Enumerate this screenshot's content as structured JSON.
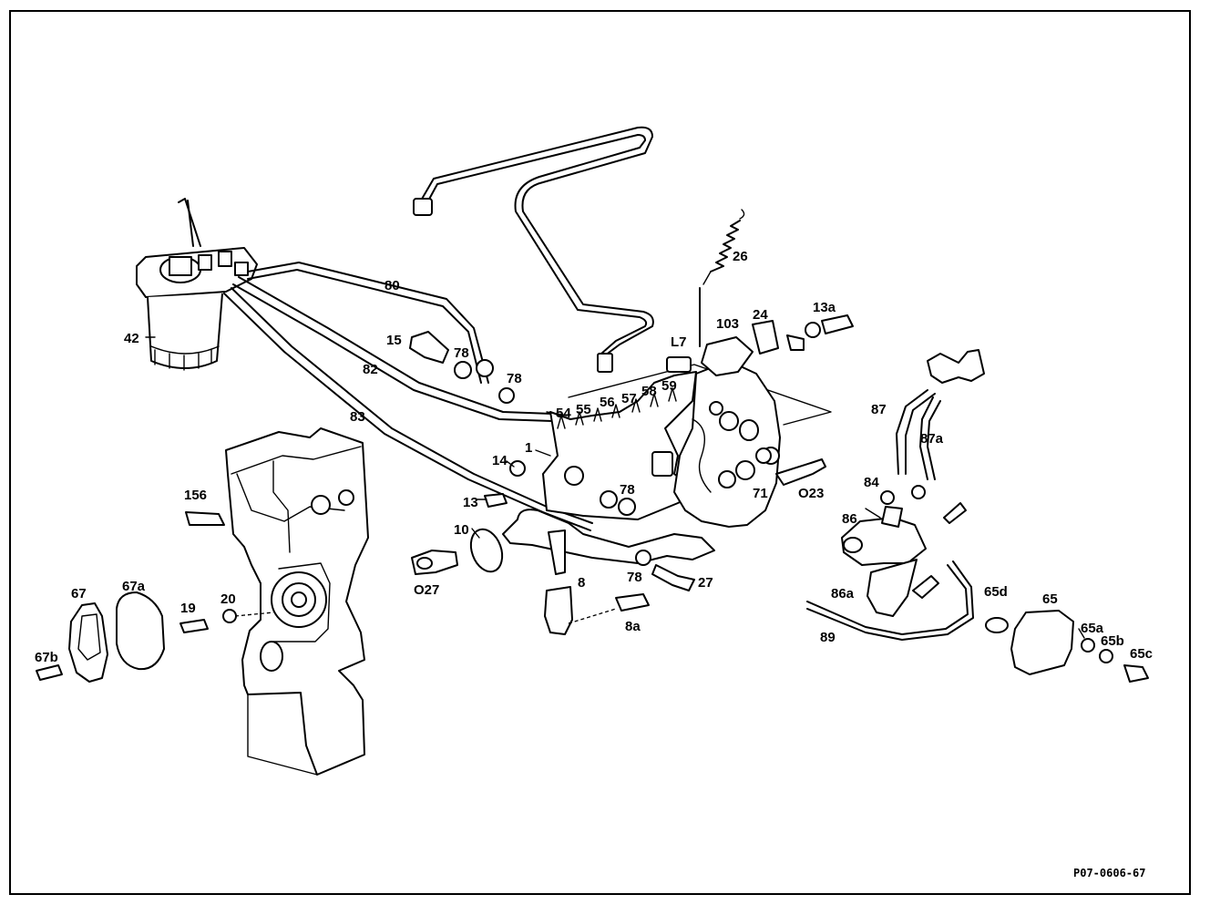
{
  "diagram": {
    "reference_code": "P07-0606-67",
    "callouts": {
      "c42": "42",
      "c80": "80",
      "c82": "82",
      "c83": "83",
      "c15": "15",
      "c78a": "78",
      "c78b": "78",
      "c26": "26",
      "c103": "103",
      "c24": "24",
      "c13a": "13a",
      "cL7": "L7",
      "c54": "54",
      "c55": "55",
      "c56": "56",
      "c57": "57",
      "c58": "58",
      "c59": "59",
      "c1": "1",
      "c14": "14",
      "c13": "13",
      "c10": "10",
      "c78c": "78",
      "c71": "71",
      "cO23": "O23",
      "c156": "156",
      "cO27": "O27",
      "c8": "8",
      "c8a": "8a",
      "c78d": "78",
      "c27": "27",
      "c87": "87",
      "c87a": "87a",
      "c84": "84",
      "c86": "86",
      "c86a": "86a",
      "c89": "89",
      "c65d": "65d",
      "c65": "65",
      "c65a": "65a",
      "c65b": "65b",
      "c65c": "65c",
      "c67": "67",
      "c67a": "67a",
      "c67b": "67b",
      "c19": "19",
      "c20": "20"
    }
  }
}
